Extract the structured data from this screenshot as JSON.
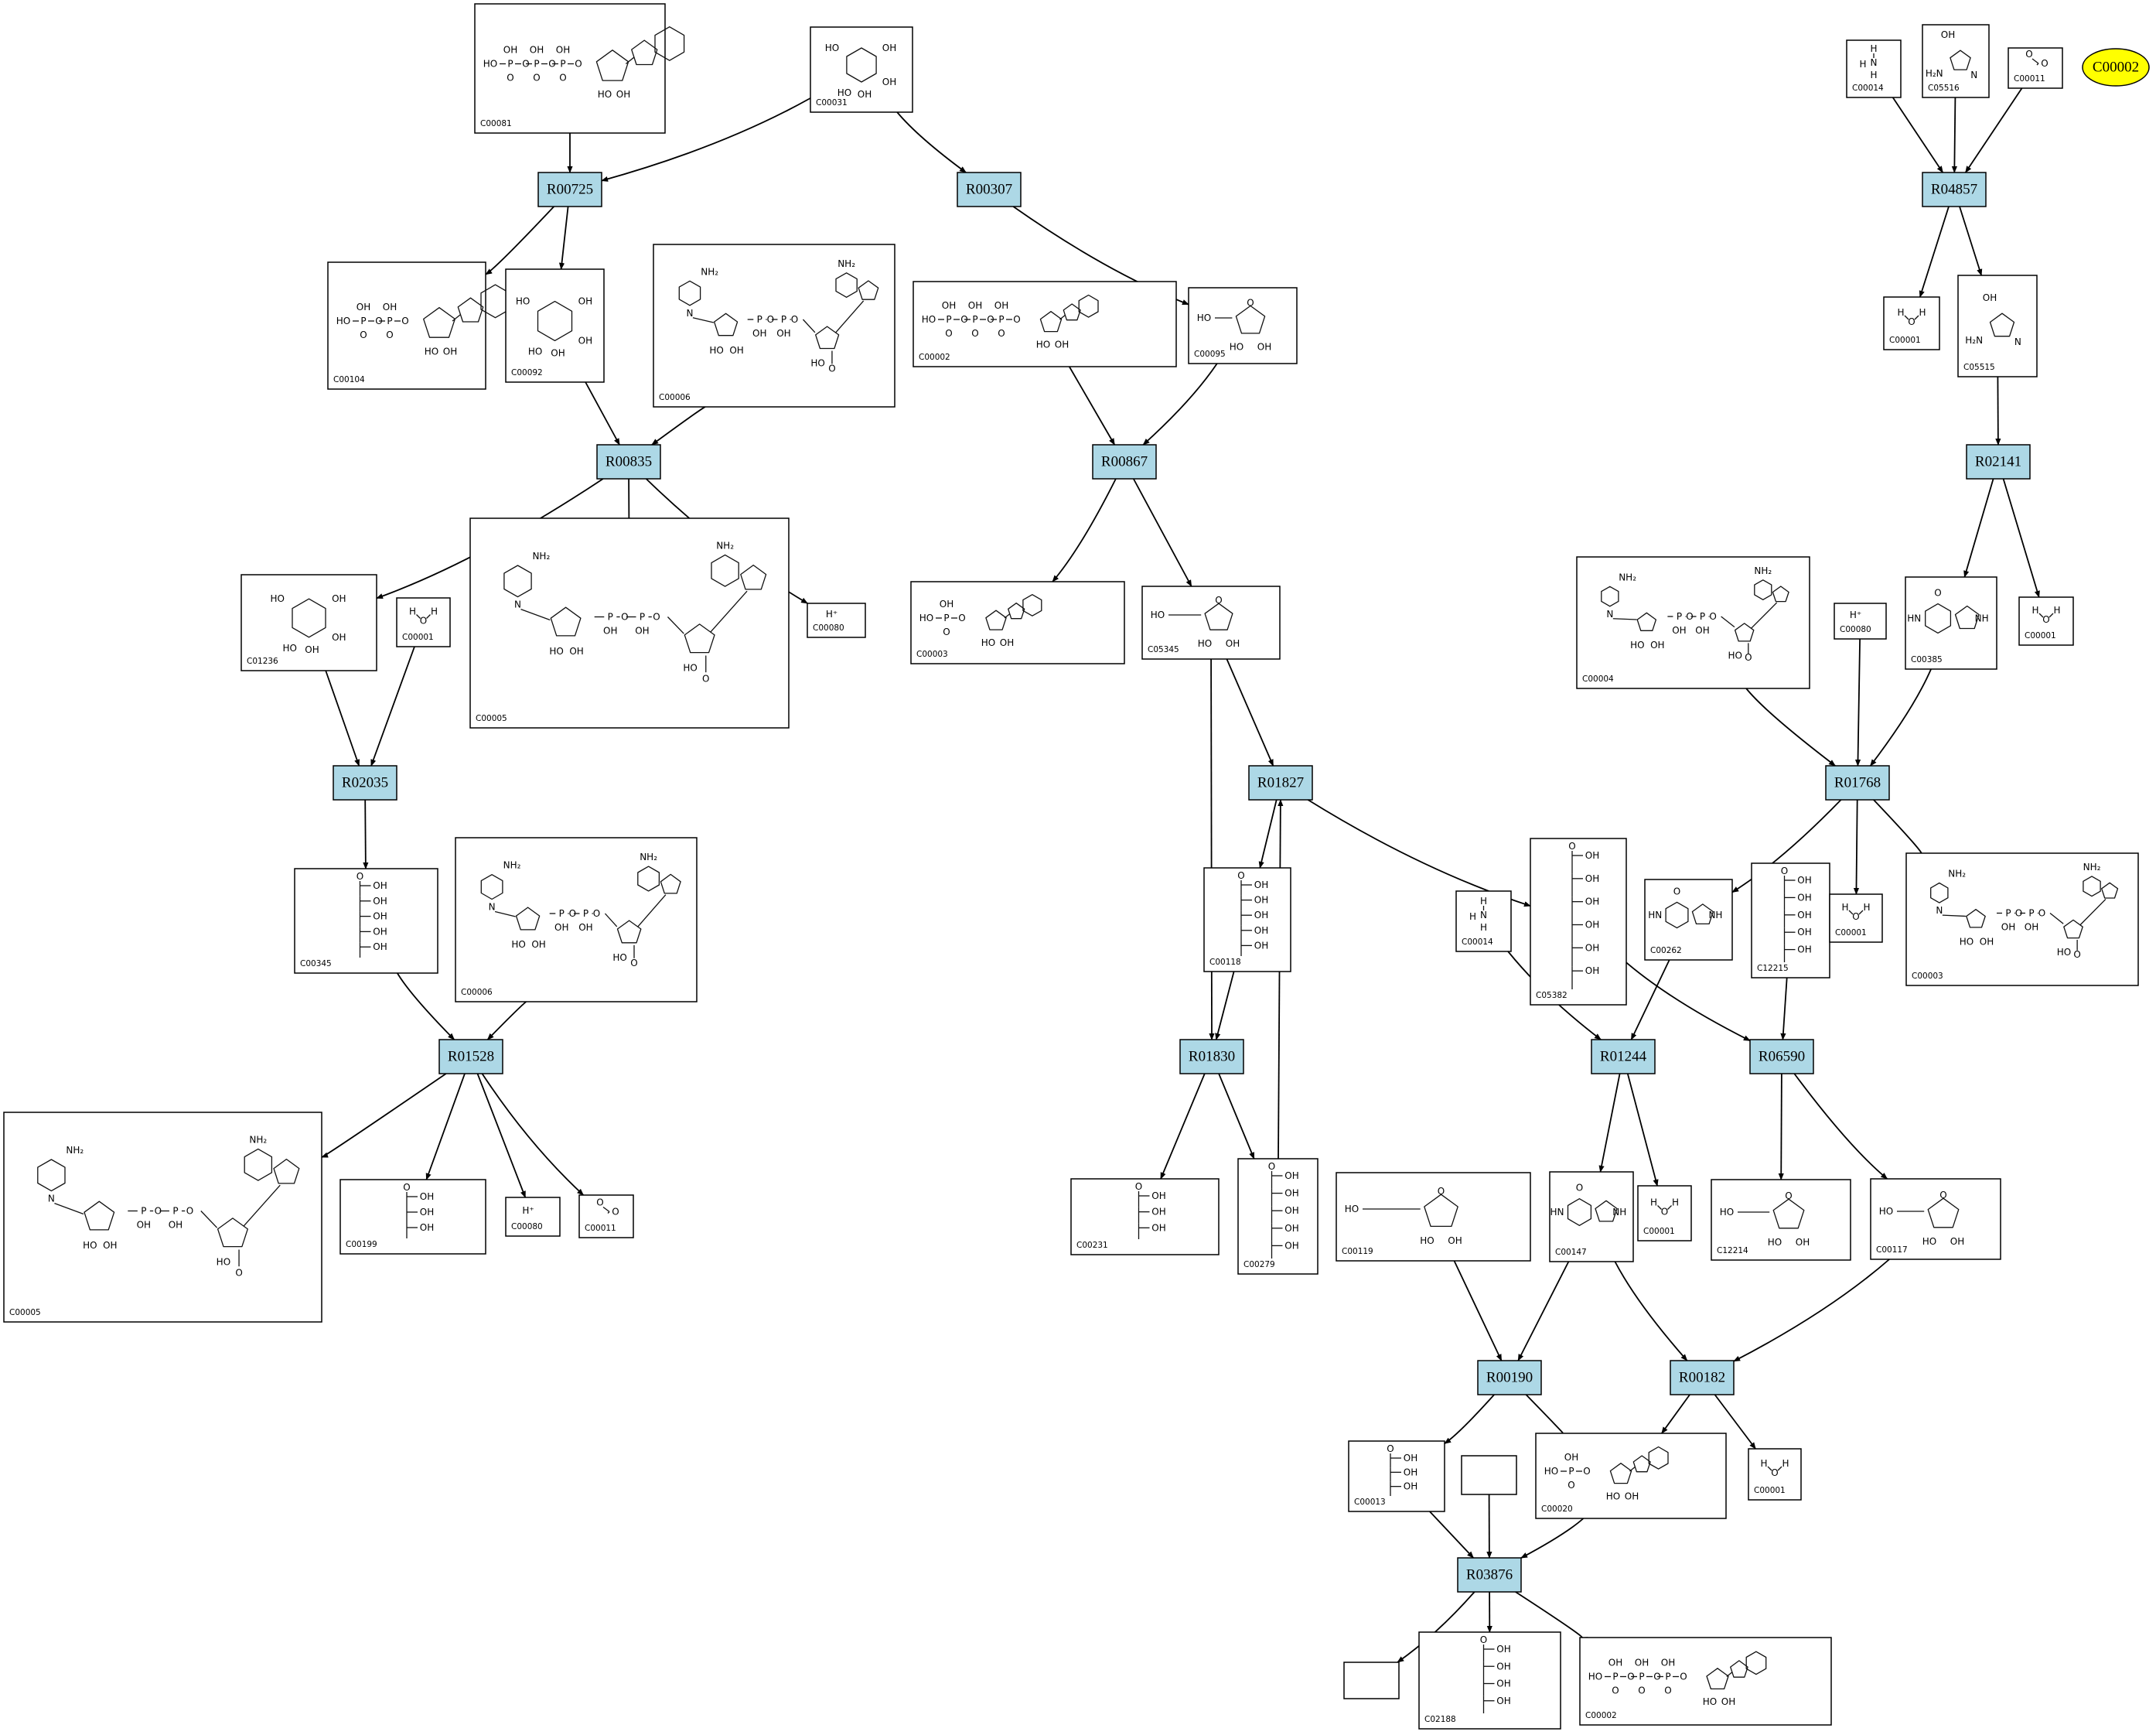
{
  "reactions": [
    {
      "id": "r00725",
      "label": "R00725"
    },
    {
      "id": "r00307",
      "label": "R00307"
    },
    {
      "id": "r04857",
      "label": "R04857"
    },
    {
      "id": "r00835",
      "label": "R00835"
    },
    {
      "id": "r00867",
      "label": "R00867"
    },
    {
      "id": "r02141",
      "label": "R02141"
    },
    {
      "id": "r02035",
      "label": "R02035"
    },
    {
      "id": "r01827",
      "label": "R01827"
    },
    {
      "id": "r01768",
      "label": "R01768"
    },
    {
      "id": "r01528",
      "label": "R01528"
    },
    {
      "id": "r01830",
      "label": "R01830"
    },
    {
      "id": "r01244",
      "label": "R01244"
    },
    {
      "id": "r06590",
      "label": "R06590"
    },
    {
      "id": "r00190",
      "label": "R00190"
    },
    {
      "id": "r00182",
      "label": "R00182"
    },
    {
      "id": "r03876",
      "label": "R03876"
    }
  ],
  "compounds": [
    {
      "id": "c00081_a",
      "label": "C00081",
      "kind": "nucleotide3"
    },
    {
      "id": "c00031_a",
      "label": "C00031",
      "kind": "hexose"
    },
    {
      "id": "c00014_a",
      "label": "C00014",
      "kind": "small",
      "atoms": [
        "H",
        "N",
        "H",
        "H"
      ]
    },
    {
      "id": "c05516_a",
      "label": "C05516",
      "kind": "imidazole"
    },
    {
      "id": "c00011_a",
      "label": "C00011",
      "kind": "small",
      "atoms": [
        "O",
        "O"
      ]
    },
    {
      "id": "c00104_a",
      "label": "C00104",
      "kind": "nucleotide2"
    },
    {
      "id": "c00092_a",
      "label": "C00092",
      "kind": "hexose"
    },
    {
      "id": "c00006_a",
      "label": "C00006",
      "kind": "dinucleotide"
    },
    {
      "id": "c00002_a",
      "label": "C00002",
      "kind": "nucleotide3"
    },
    {
      "id": "c00095_a",
      "label": "C00095",
      "kind": "furanose"
    },
    {
      "id": "c00001_a",
      "label": "C00001",
      "kind": "small",
      "atoms": [
        "H",
        "O",
        "H"
      ]
    },
    {
      "id": "c05515_a",
      "label": "C05515",
      "kind": "imidazole"
    },
    {
      "id": "c01236_a",
      "label": "C01236",
      "kind": "hexose"
    },
    {
      "id": "c00001_b",
      "label": "C00001",
      "kind": "small",
      "atoms": [
        "H",
        "O",
        "H"
      ]
    },
    {
      "id": "c00005_a",
      "label": "C00005",
      "kind": "dinucleotide"
    },
    {
      "id": "c00080_a",
      "label": "C00080",
      "kind": "small",
      "atoms": [
        "H⁺"
      ]
    },
    {
      "id": "c00003_a",
      "label": "C00003",
      "kind": "nucleotide1"
    },
    {
      "id": "c05345_a",
      "label": "C05345",
      "kind": "furanose"
    },
    {
      "id": "c00004_a",
      "label": "C00004",
      "kind": "dinucleotide"
    },
    {
      "id": "c00080_b",
      "label": "C00080",
      "kind": "small",
      "atoms": [
        "H⁺"
      ]
    },
    {
      "id": "c00385_a",
      "label": "C00385",
      "kind": "purine"
    },
    {
      "id": "c00001_c",
      "label": "C00001",
      "kind": "small",
      "atoms": [
        "H",
        "O",
        "H"
      ]
    },
    {
      "id": "c00345_a",
      "label": "C00345",
      "kind": "chain"
    },
    {
      "id": "c00006_b",
      "label": "C00006",
      "kind": "dinucleotide"
    },
    {
      "id": "c00118_a",
      "label": "C00118",
      "kind": "chain"
    },
    {
      "id": "c00014_b",
      "label": "C00014",
      "kind": "small",
      "atoms": [
        "H",
        "N",
        "H",
        "H"
      ]
    },
    {
      "id": "c05382_a",
      "label": "C05382",
      "kind": "chain"
    },
    {
      "id": "c00262_a",
      "label": "C00262",
      "kind": "purine"
    },
    {
      "id": "c12215_a",
      "label": "C12215",
      "kind": "chain"
    },
    {
      "id": "c00001_d",
      "label": "C00001",
      "kind": "small",
      "atoms": [
        "H",
        "O",
        "H"
      ]
    },
    {
      "id": "c00003_b",
      "label": "C00003",
      "kind": "dinucleotide"
    },
    {
      "id": "c00005_b",
      "label": "C00005",
      "kind": "dinucleotide"
    },
    {
      "id": "c00199_a",
      "label": "C00199",
      "kind": "chain"
    },
    {
      "id": "c00080_c",
      "label": "C00080",
      "kind": "small",
      "atoms": [
        "H⁺"
      ]
    },
    {
      "id": "c00011_b",
      "label": "C00011",
      "kind": "small",
      "atoms": [
        "O",
        "O"
      ]
    },
    {
      "id": "c00231_a",
      "label": "C00231",
      "kind": "chain"
    },
    {
      "id": "c00279_a",
      "label": "C00279",
      "kind": "chain"
    },
    {
      "id": "c00119_a",
      "label": "C00119",
      "kind": "furanose"
    },
    {
      "id": "c00147_a",
      "label": "C00147",
      "kind": "purine"
    },
    {
      "id": "c00001_e",
      "label": "C00001",
      "kind": "small",
      "atoms": [
        "H",
        "O",
        "H"
      ]
    },
    {
      "id": "c12214_a",
      "label": "C12214",
      "kind": "furanose"
    },
    {
      "id": "c00117_a",
      "label": "C00117",
      "kind": "furanose"
    },
    {
      "id": "c00013_a",
      "label": "C00013",
      "kind": "chain"
    },
    {
      "id": "blank_a",
      "label": "",
      "kind": "empty"
    },
    {
      "id": "c00020_a",
      "label": "C00020",
      "kind": "nucleotide1"
    },
    {
      "id": "c00001_f",
      "label": "C00001",
      "kind": "small",
      "atoms": [
        "H",
        "O",
        "H"
      ]
    },
    {
      "id": "blank_b",
      "label": "",
      "kind": "empty"
    },
    {
      "id": "c02188_a",
      "label": "C02188",
      "kind": "chain"
    },
    {
      "id": "c00002_b",
      "label": "C00002",
      "kind": "nucleotide3"
    }
  ],
  "highlight": {
    "id": "c00002_node",
    "label": "C00002",
    "color": "#ffff00"
  },
  "colors": {
    "reaction": "#add8e6",
    "compound": "#ffffff",
    "highlight": "#ffff00"
  }
}
